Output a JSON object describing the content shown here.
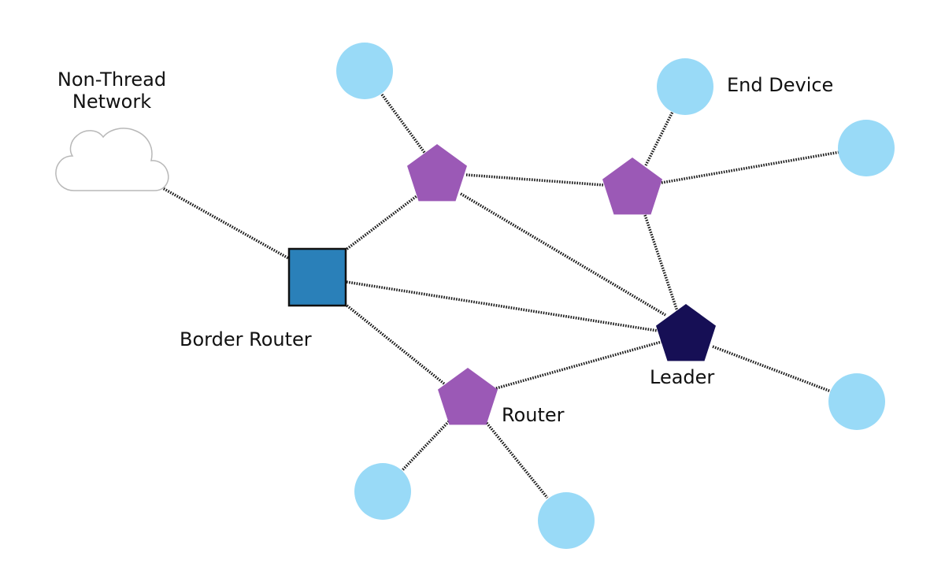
{
  "labels": {
    "non_thread_line1": "Non-Thread",
    "non_thread_line2": "Network",
    "end_device": "End Device",
    "border_router": "Border Router",
    "leader": "Leader",
    "router": "Router"
  },
  "colors": {
    "end_device_fill": "#99daf7",
    "router_fill": "#9b59b6",
    "leader_fill": "#160f55",
    "border_router_fill": "#2a80b9",
    "border_router_stroke": "#111111",
    "cloud_stroke": "#b8b8b8",
    "link_stroke": "#1a1a1a"
  },
  "icons": {
    "cloud": "cloud-icon",
    "router": "pentagon-icon",
    "end_device": "circle-icon",
    "border_router": "square-icon"
  }
}
